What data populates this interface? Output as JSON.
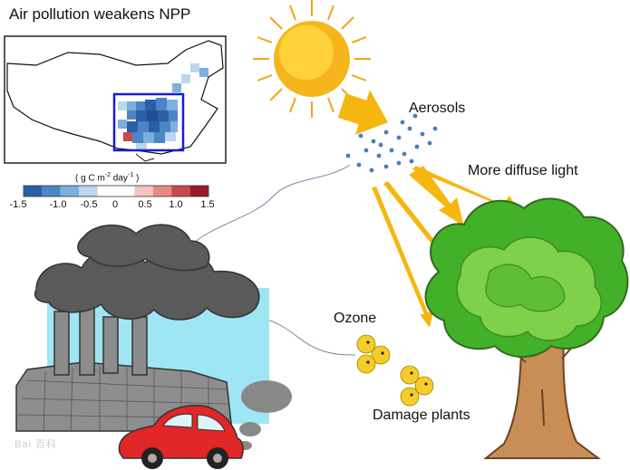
{
  "title": "Air pollution weakens NPP",
  "colorbar": {
    "unit_prefix": "( g C m",
    "unit_exp1": "-2",
    "unit_mid": "day",
    "unit_exp2": "-1",
    "unit_suffix": ")",
    "ticks": [
      "-1.5",
      "-1.0",
      "-0.5",
      "0",
      "0.5",
      "1.0",
      "1.5"
    ],
    "colors": [
      "#2a5fa6",
      "#4a86c5",
      "#7db0da",
      "#bcd6ee",
      "#ffffff",
      "#ffffff",
      "#f4c4c0",
      "#e58a82",
      "#c74a4a",
      "#9b1a2a"
    ]
  },
  "labels": {
    "aerosols": "Aerosols",
    "diffuse": "More diffuse light",
    "ozone": "Ozone",
    "damage": "Damage plants"
  },
  "watermark": "Bai 百科"
}
